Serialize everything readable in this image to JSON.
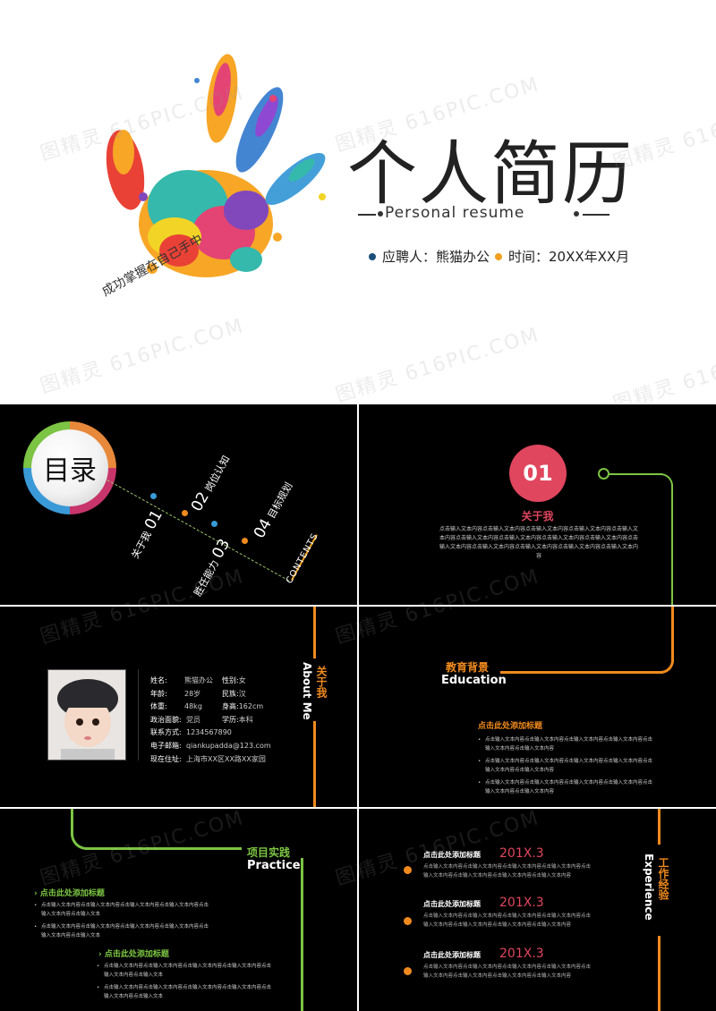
{
  "cover": {
    "title_cn": "个人简历",
    "title_en": "Personal resume",
    "applicant": "应聘人：熊猫办公",
    "time": "时间：20XX年XX月",
    "slogan": "成功掌握在自己手中",
    "colors": {
      "dot_blue": "#1a4f7a",
      "dot_orange": "#f0a020"
    }
  },
  "contents": {
    "badge": "目录",
    "items": [
      {
        "num": "01",
        "label": "关于我"
      },
      {
        "num": "02",
        "label": "岗位认知"
      },
      {
        "num": "03",
        "label": "胜任能力"
      },
      {
        "num": "04",
        "label": "目标规划"
      }
    ],
    "footer": "CONTENTS"
  },
  "intro": {
    "number": "01",
    "heading": "关于我",
    "body": "点击输入文本内容点击输入文本内容点击输入文本内容点击输入文本内容点击输入文本内容点击输入文本内容点击输入文本内容点击输入文本内容点击输入文本内容点击输入文本内容点击输入文本内容点击输入文本内容点击输入文本内容点击输入文本内容"
  },
  "about": {
    "section_cn": "关于我",
    "section_en": "About Me",
    "left": [
      {
        "k": "姓名:",
        "v": "熊猫办公"
      },
      {
        "k": "年龄:",
        "v": "28岁"
      },
      {
        "k": "体重:",
        "v": "48kg"
      },
      {
        "k": "政治面貌:",
        "v": "党员"
      },
      {
        "k": "联系方式:",
        "v": "1234567890"
      },
      {
        "k": "电子邮箱:",
        "v": "qiankupadda@123.com"
      },
      {
        "k": "现在住址:",
        "v": "上海市XX区XX路XX家园"
      }
    ],
    "right": [
      {
        "k": "性别:",
        "v": "女"
      },
      {
        "k": "民族:",
        "v": "汉"
      },
      {
        "k": "身高:",
        "v": "162cm"
      },
      {
        "k": "学历:",
        "v": "本科"
      }
    ]
  },
  "education": {
    "section_cn": "教育背景",
    "section_en": "Education",
    "sub_title": "点击此处添加标题",
    "bullets": [
      "点击输入文本内容点击输入文本内容点击输入文本内容点击输入文本内容点击输入文本内容点击输入文本内容",
      "点击输入文本内容点击输入文本内容点击输入文本内容点击输入文本内容点击输入文本内容点击输入文本内容",
      "点击输入文本内容点击输入文本内容点击输入文本内容点击输入文本内容点击输入文本内容点击输入文本内容"
    ]
  },
  "practice": {
    "section_cn": "项目实践",
    "section_en": "Practice",
    "blocks": [
      {
        "title": "点击此处添加标题",
        "bullets": [
          "点击输入文本内容点击输入文本内容点击输入文本内容点击输入文本内容点击输入文本内容点击输入文本",
          "点击输入文本内容点击输入文本内容点击输入文本内容点击输入文本内容点击输入文本内容点击输入文本"
        ]
      },
      {
        "title": "点击此处添加标题",
        "bullets": [
          "点击输入文本内容点击输入文本内容点击输入文本内容点击输入文本内容点击输入文本内容点击输入文本",
          "点击输入文本内容点击输入文本内容点击输入文本内容点击输入文本内容点击输入文本内容点击输入文本"
        ]
      }
    ]
  },
  "work": {
    "section_cn": "工作经验",
    "section_en": "Experience",
    "jobs": [
      {
        "title": "点击此处添加标题",
        "year": "201X.3",
        "desc": "点击输入文本内容点击输入文本内容点击输入文本内容点击输入文本内容点击输入文本内容点击输入文本内容点击输入文本内容点击输入文本内容"
      },
      {
        "title": "点击此处添加标题",
        "year": "201X.3",
        "desc": "点击输入文本内容点击输入文本内容点击输入文本内容点击输入文本内容点击输入文本内容点击输入文本内容点击输入文本内容点击输入文本内容"
      },
      {
        "title": "点击此处添加标题",
        "year": "201X.3",
        "desc": "点击输入文本内容点击输入文本内容点击输入文本内容点击输入文本内容点击输入文本内容点击输入文本内容点击输入文本内容点击输入文本内容"
      }
    ]
  },
  "watermark": "图精灵 616PIC.COM",
  "theme": {
    "green": "#7cc443",
    "orange": "#f08a1e",
    "red": "#e0465e",
    "bg": "#000000"
  }
}
